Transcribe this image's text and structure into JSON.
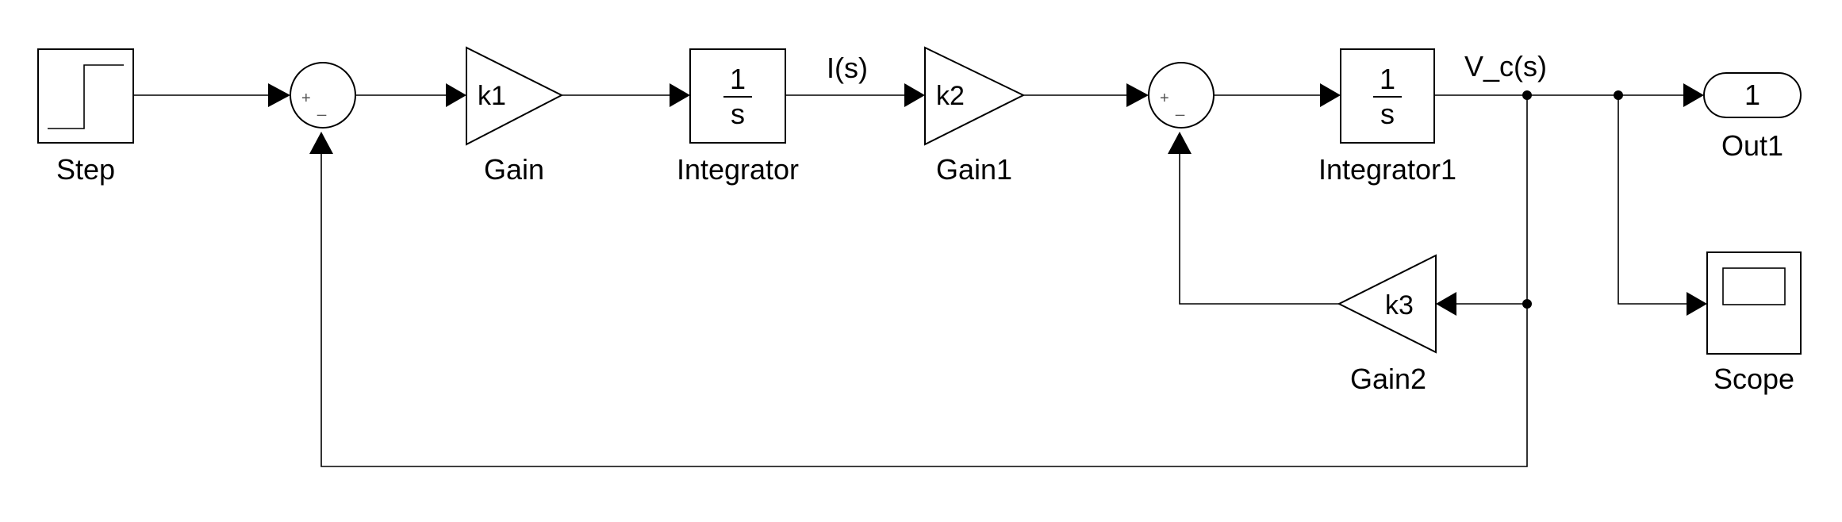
{
  "blocks": {
    "step": {
      "label": "Step"
    },
    "gain": {
      "label": "Gain",
      "value": "k1"
    },
    "integrator": {
      "label": "Integrator",
      "num": "1",
      "den": "s"
    },
    "gain1": {
      "label": "Gain1",
      "value": "k2"
    },
    "integrator1": {
      "label": "Integrator1",
      "num": "1",
      "den": "s"
    },
    "gain2": {
      "label": "Gain2",
      "value": "k3"
    },
    "out1": {
      "label": "Out1",
      "port": "1"
    },
    "scope": {
      "label": "Scope"
    }
  },
  "sums": {
    "sum1": {
      "plus": "+",
      "minus": "_"
    },
    "sum2": {
      "plus": "+",
      "minus": "_"
    }
  },
  "signals": {
    "i_s": "I(s)",
    "vc_s": "V_c(s)"
  }
}
